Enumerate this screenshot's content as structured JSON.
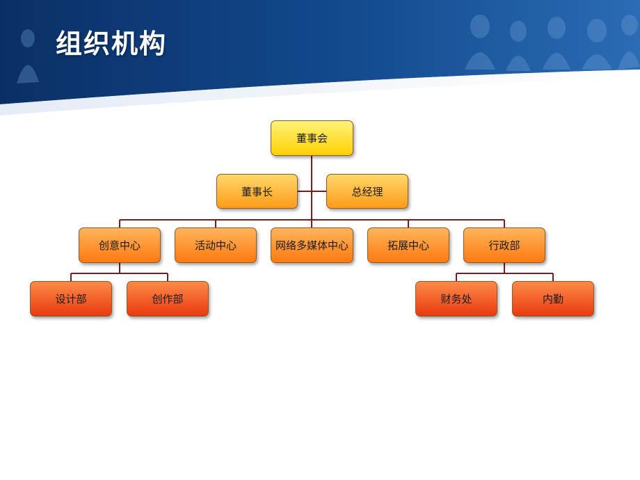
{
  "slide": {
    "title": "组织机构"
  },
  "org_chart": {
    "root": "董事会",
    "executives": [
      "董事长",
      "总经理"
    ],
    "centers": [
      "创意中心",
      "活动中心",
      "网络多媒体中心",
      "拓展中心",
      "行政部"
    ],
    "creative_departments": [
      "设计部",
      "创作部"
    ],
    "admin_departments": [
      "财务处",
      "内勤"
    ]
  },
  "colors": {
    "banner_dark": "#0d3a78",
    "banner_light": "#2e6fb8",
    "connector": "#7a1a1a",
    "level1": "#ffe033",
    "level2": "#ffae2e",
    "level3": "#ff8a1f",
    "level4": "#f04d14"
  }
}
